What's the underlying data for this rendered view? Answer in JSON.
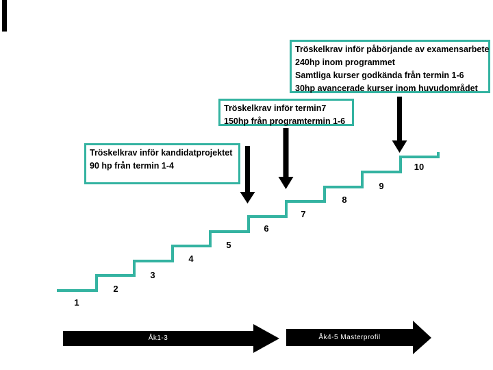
{
  "colors": {
    "teal": "#34b3a1",
    "black": "#000000",
    "background": "#ffffff"
  },
  "boxes": {
    "examensarbete": {
      "lines": [
        "Tröskelkrav inför påbörjande av examensarbete",
        "240hp inom programmet",
        "Samtliga kurser godkända från termin 1-6",
        "30hp avancerade kurser inom huvudområdet"
      ]
    },
    "termin7": {
      "lines": [
        "Tröskelkrav inför termin7",
        "150hp från programtermin 1-6"
      ]
    },
    "kandidat": {
      "lines": [
        "Tröskelkrav inför kandidatprojektet",
        "90 hp från termin 1-4"
      ]
    }
  },
  "staircase": {
    "step_labels": [
      "1",
      "2",
      "3",
      "4",
      "5",
      "6",
      "7",
      "8",
      "9",
      "10"
    ]
  },
  "timeline": {
    "ak13_label": "Åk1-3",
    "ak45_label": "Åk4-5 Masterprofil"
  }
}
